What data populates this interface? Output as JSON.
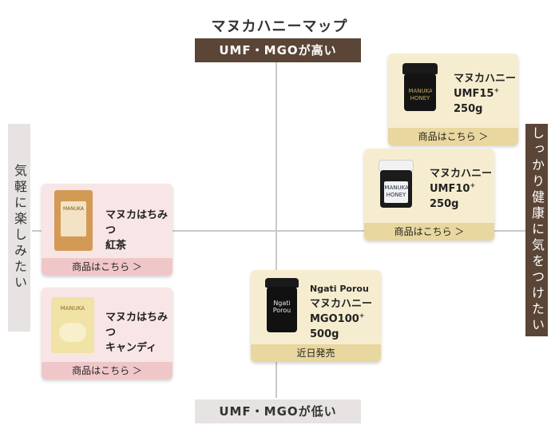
{
  "title": "マヌカハニーマップ",
  "axis": {
    "top": "UMF・MGOが高い",
    "bottom": "UMF・MGOが低い",
    "left": "気軽に楽しみたい",
    "right": "しっかり健康に気をつけたい"
  },
  "products": {
    "umf15": {
      "name": "マヌカハニー",
      "grade": "UMF15",
      "grade_sup": "+",
      "weight": "250g",
      "cta": "商品はこちら ＞",
      "label_text": "MANUKA HONEY"
    },
    "umf10": {
      "name": "マヌカハニー",
      "grade": "UMF10",
      "grade_sup": "+",
      "weight": "250g",
      "cta": "商品はこちら ＞",
      "label_text": "MANUKA HONEY"
    },
    "mgo100": {
      "brand": "Ngati Porou",
      "name": "マヌカハニー",
      "grade": "MGO100",
      "grade_sup": "+",
      "weight": "500g",
      "cta": "近日発売",
      "label_text": "Ngati Porou"
    },
    "tea": {
      "name1": "マヌカはちみつ",
      "name2": "紅茶",
      "cta": "商品はこちら ＞",
      "label_text": "MANUKA"
    },
    "candy": {
      "name1": "マヌカはちみつ",
      "name2": "キャンディ",
      "cta": "商品はこちら ＞",
      "label_text": "MANUKA"
    }
  },
  "colors": {
    "brown": "#5b4536",
    "light_gray": "#e6e3e2",
    "yellow_card": "#f6edd0",
    "yellow_cta": "#e8d79e",
    "pink_card": "#f8e5e5",
    "pink_cta": "#f0c7c9"
  }
}
